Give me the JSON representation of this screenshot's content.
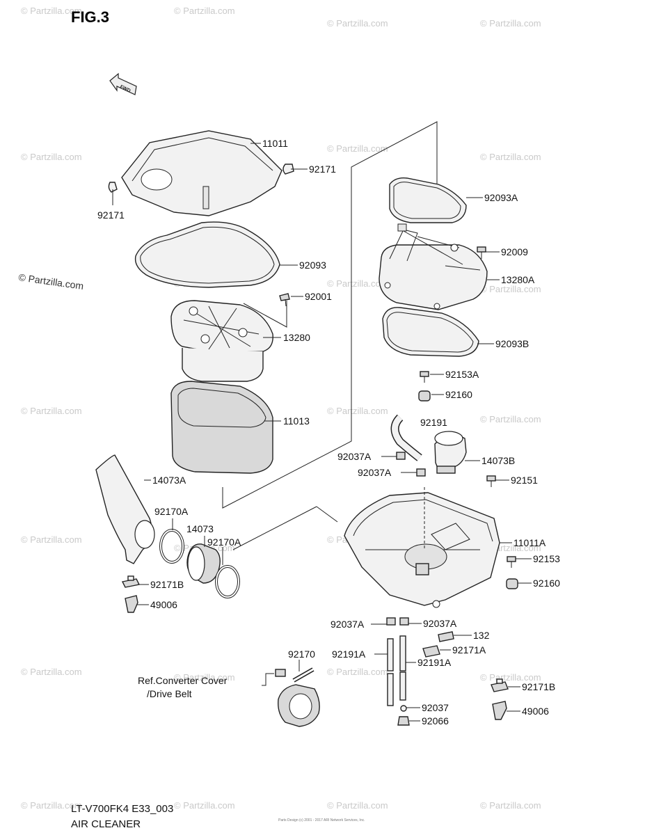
{
  "figure": {
    "title": "FIG.3",
    "fwd_label": "FWD"
  },
  "watermark": {
    "text": "© Partzilla.com"
  },
  "footer": {
    "model": "LT-V700FK4 E33_003",
    "caption": "AIR CLEANER",
    "copyright": "Parts Design (c) 2001 - 2017 ARI Network Services, Inc."
  },
  "labels": {
    "p11011": "11011",
    "p92171_r": "92171",
    "p92171_l": "92171",
    "p92093": "92093",
    "p92001": "92001",
    "p13280": "13280",
    "p11013": "11013",
    "p14073A": "14073A",
    "p92170A_1": "92170A",
    "p14073": "14073",
    "p92170A_2": "92170A",
    "p92171B_l": "92171B",
    "p49006_l": "49006",
    "p92093A": "92093A",
    "p92009": "92009",
    "p13280A": "13280A",
    "p92093B": "92093B",
    "p92153A": "92153A",
    "p92160_t": "92160",
    "p92191": "92191",
    "p92037A_1": "92037A",
    "p14073B": "14073B",
    "p92037A_2": "92037A",
    "p92151": "92151",
    "p11011A": "11011A",
    "p92153": "92153",
    "p92160_b": "92160",
    "p92037A_3": "92037A",
    "p92037A_4": "92037A",
    "p132": "132",
    "p92191A_l": "92191A",
    "p92171A": "92171A",
    "p92191A_r": "92191A",
    "p92170": "92170",
    "ref_line1": "Ref.Converter Cover",
    "ref_line2": "/Drive Belt",
    "p92171B_r": "92171B",
    "p92037": "92037",
    "p92066": "92066",
    "p49006_r": "49006"
  }
}
